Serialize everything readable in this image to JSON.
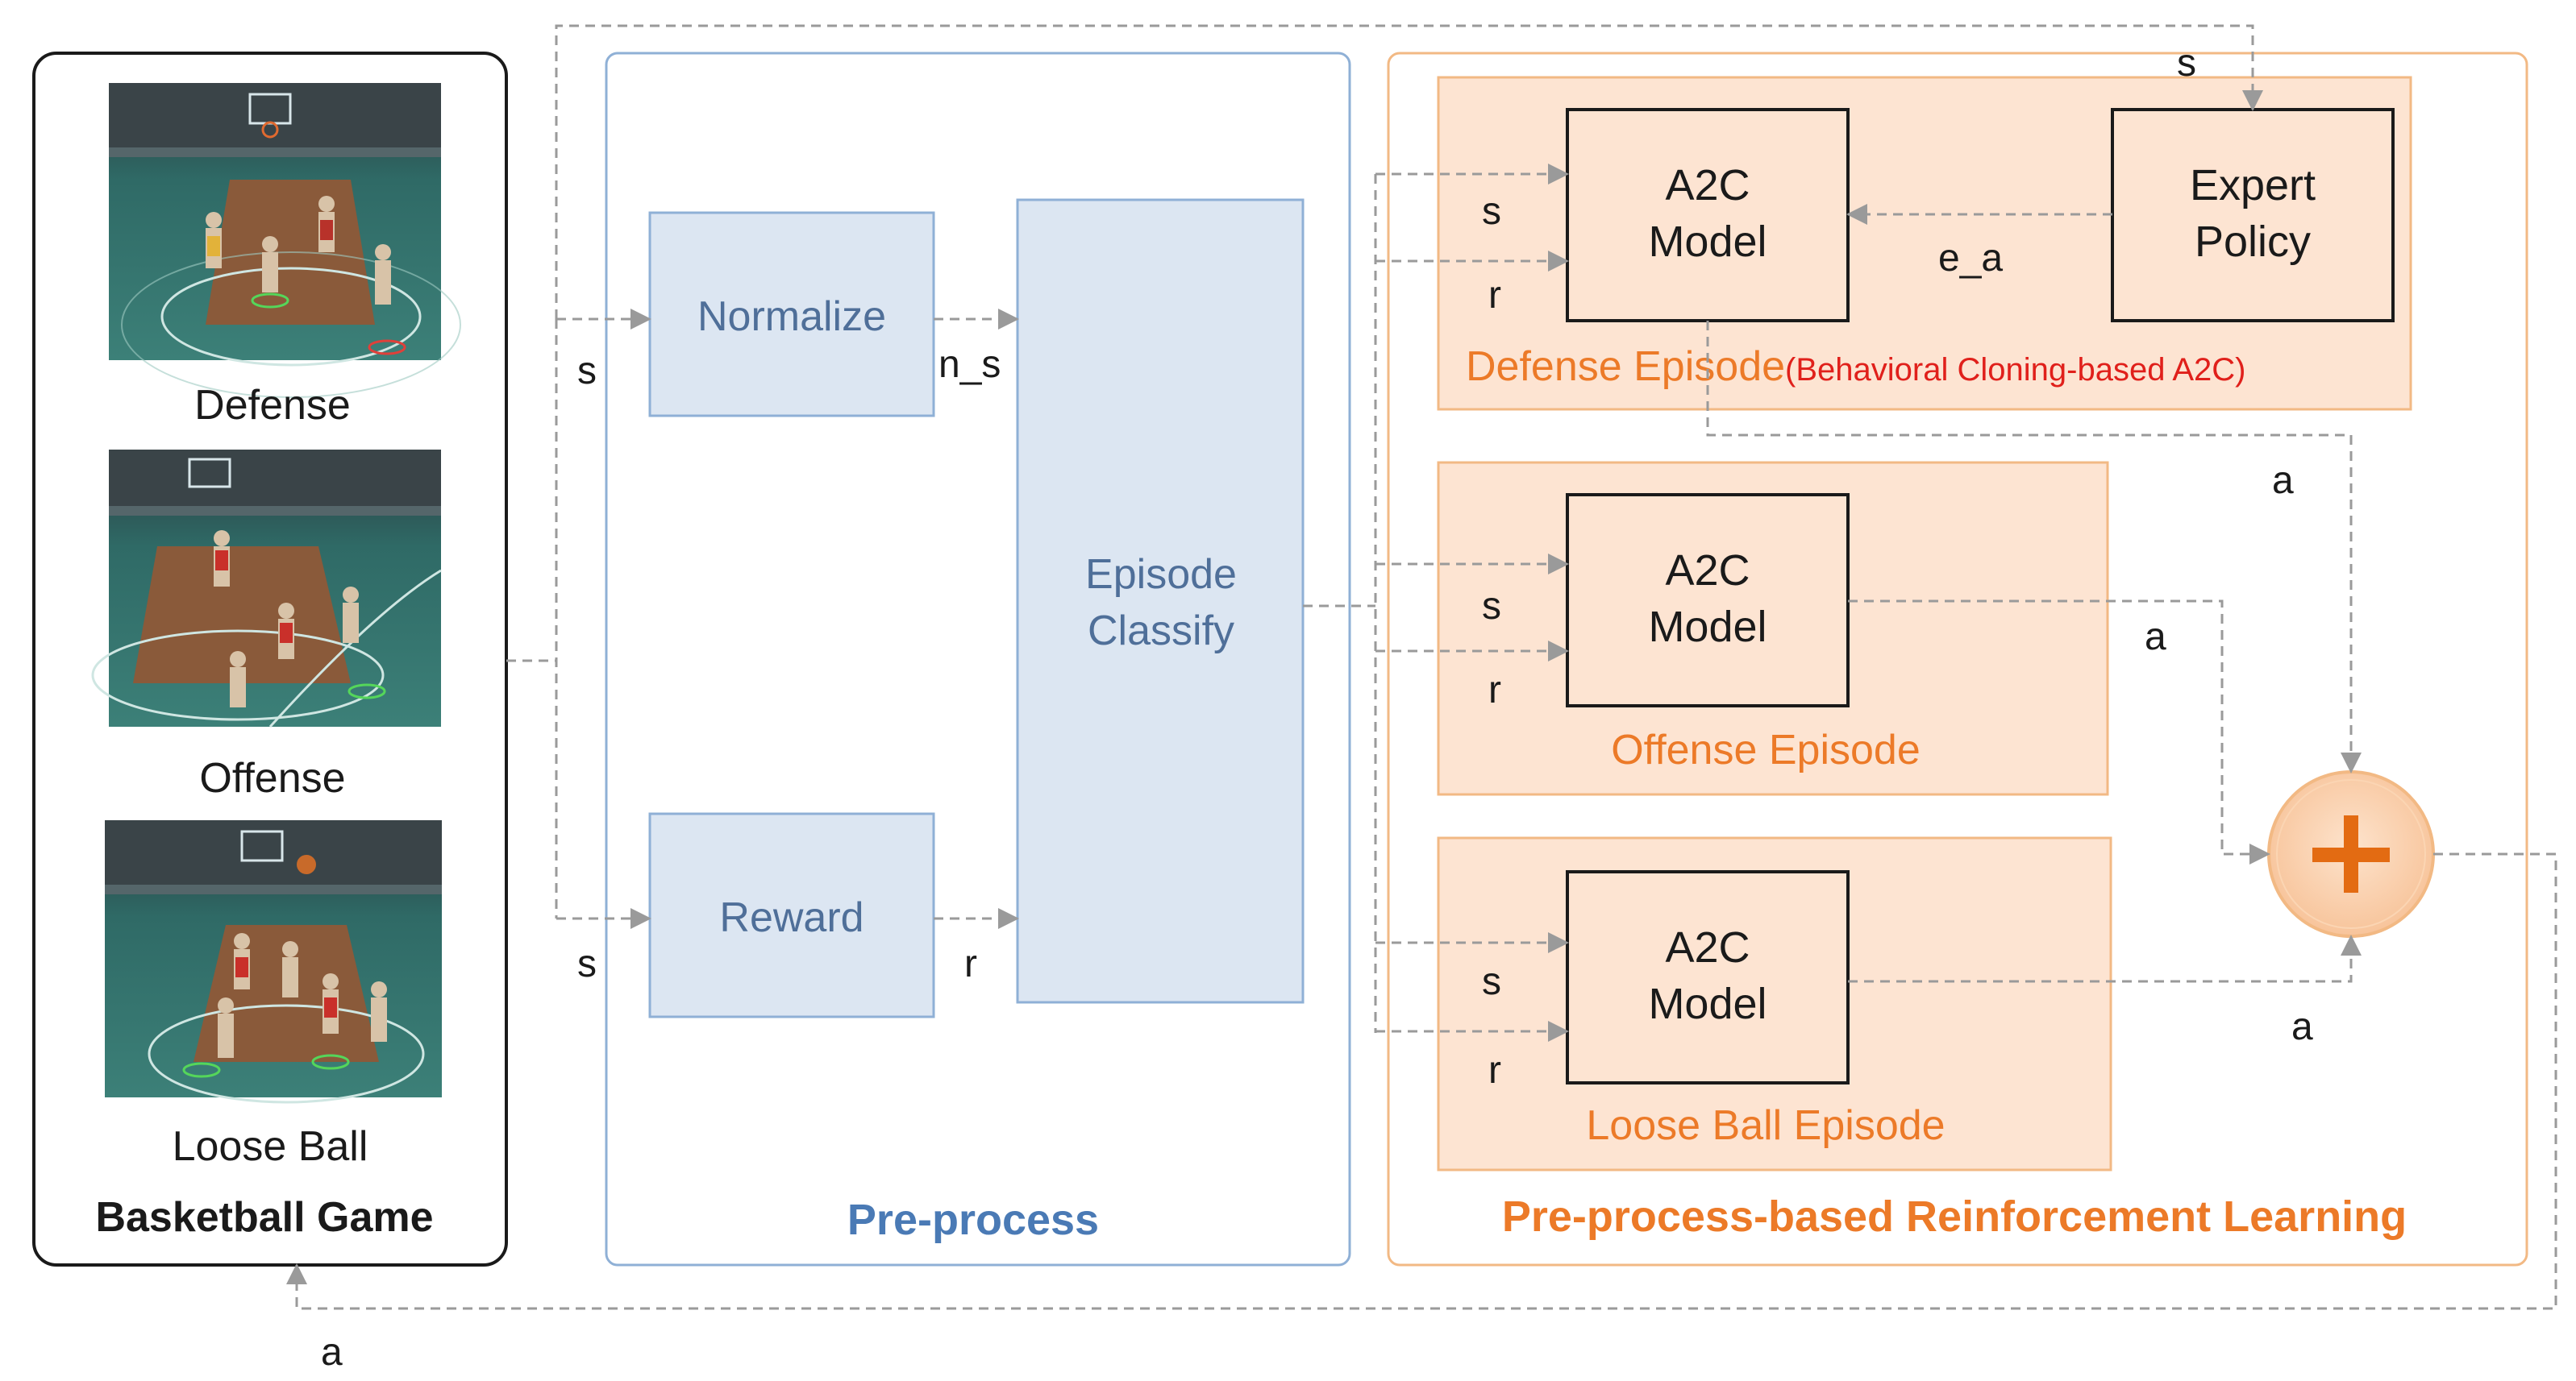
{
  "colors": {
    "game_border": "#1a1a1a",
    "preprocess_border": "#8fb0d6",
    "preprocess_box_fill": "#dce6f2",
    "preprocess_box_border": "#8fb0d6",
    "preprocess_text": "#4f6f99",
    "preprocess_title": "#4a7ab5",
    "rl_border": "#f2b984",
    "rl_episode_fill": "#fde4d2",
    "rl_episode_border": "#f2b984",
    "rl_text": "#ec7a28",
    "red_note": "#e0201b",
    "arrow": "#9a9a9a",
    "plus_fill": "#fbd5b3",
    "plus_ring": "#f2b984",
    "plus_sign": "#e36b12",
    "court_floor": "#2f6f6a",
    "court_paint": "#8a5a3a",
    "court_stands": "#3b4448"
  },
  "game": {
    "title": "Basketball Game",
    "screens": [
      {
        "label": "Defense",
        "icon": "basketball-court-screenshot"
      },
      {
        "label": "Offense",
        "icon": "basketball-court-screenshot"
      },
      {
        "label": "Loose  Ball",
        "icon": "basketball-court-screenshot"
      }
    ]
  },
  "preprocess": {
    "title": "Pre-process",
    "normalize_label": "Normalize",
    "reward_label": "Reward",
    "classify_line1": "Episode",
    "classify_line2": "Classify"
  },
  "rl": {
    "title": "Pre-process-based  Reinforcement Learning",
    "model_line1": "A2C",
    "model_line2": "Model",
    "expert_line1": "Expert",
    "expert_line2": "Policy",
    "defense_label": "Defense  Episode",
    "defense_note": "(Behavioral Cloning-based A2C)",
    "offense_label": "Offense  Episode",
    "loose_label": "Loose  Ball Episode",
    "plus_icon": "plus-icon"
  },
  "signals": {
    "s": "s",
    "r": "r",
    "n_s": "n_s",
    "a": "a",
    "e_a": "e_a"
  }
}
